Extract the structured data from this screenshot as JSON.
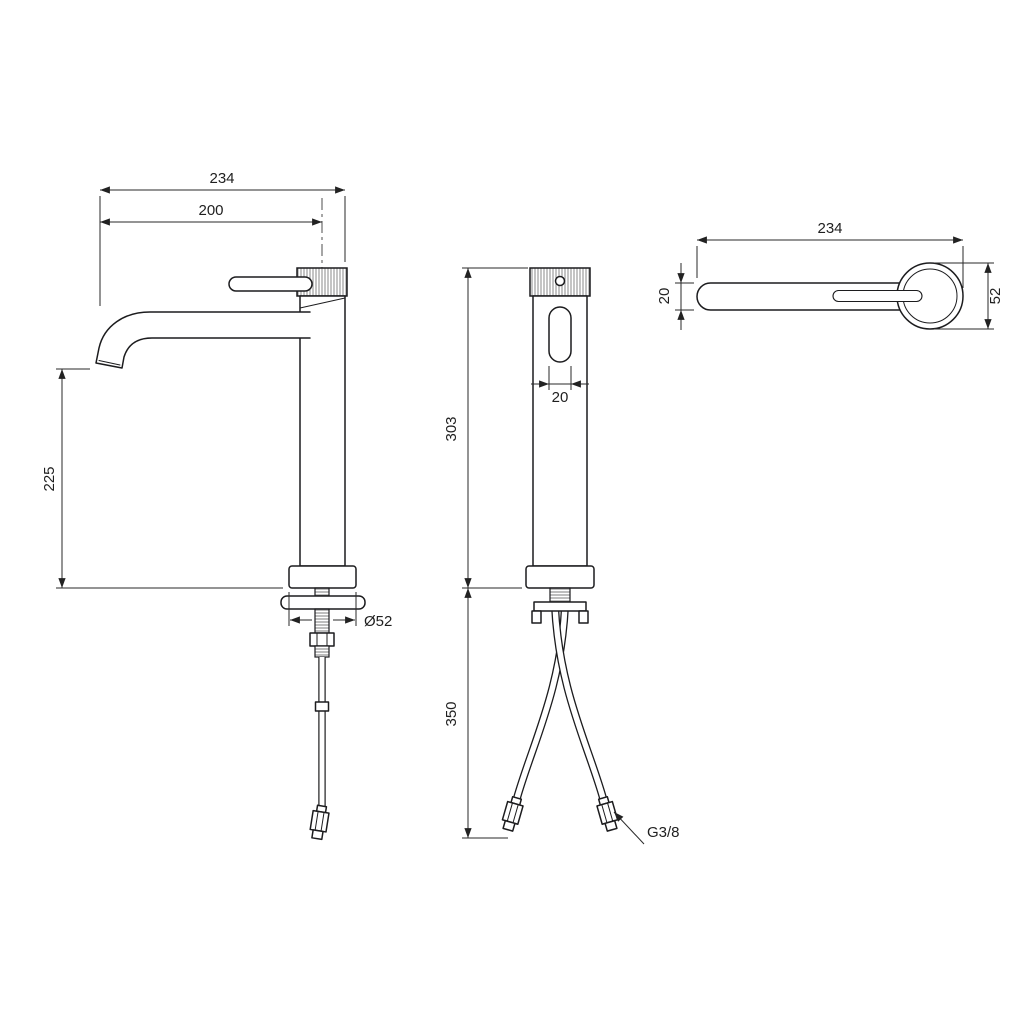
{
  "page": {
    "background_color": "#ffffff",
    "line_color": "#1c1c1e"
  },
  "views": {
    "side": {
      "dim_total_width": "234",
      "dim_spout_reach": "200",
      "dim_spout_height": "225",
      "dim_base_diameter": "Ø52"
    },
    "front": {
      "dim_body_height": "303",
      "dim_hose_length": "350",
      "dim_slot_width": "20",
      "thread_label": "G3/8"
    },
    "top": {
      "dim_total_length": "234",
      "dim_lever_width": "20",
      "dim_body_diameter": "52"
    }
  }
}
